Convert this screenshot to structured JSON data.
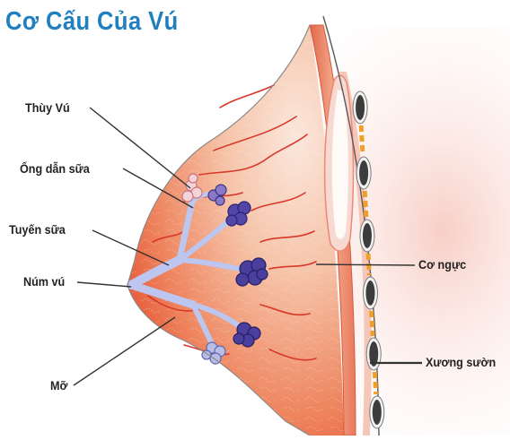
{
  "title": "Cơ Cấu Của Vú",
  "labels": {
    "lobes": "Thùy Vú",
    "milk_ducts": "Ống dẫn sữa",
    "milk_glands": "Tuyến sữa",
    "nipple": "Núm vú",
    "fat": "Mỡ",
    "chest_muscle": "Cơ ngực",
    "ribs": "Xương sườn"
  },
  "colors": {
    "title": "#1f7fbf",
    "tissue_light": "#f6c3a8",
    "tissue_dark": "#e8532e",
    "muscle": "#e98a6a",
    "lobule": "#4a3f9c",
    "duct": "#b9c4ec",
    "rib": "#3c3c3c",
    "cartilage": "#f0a02a"
  }
}
